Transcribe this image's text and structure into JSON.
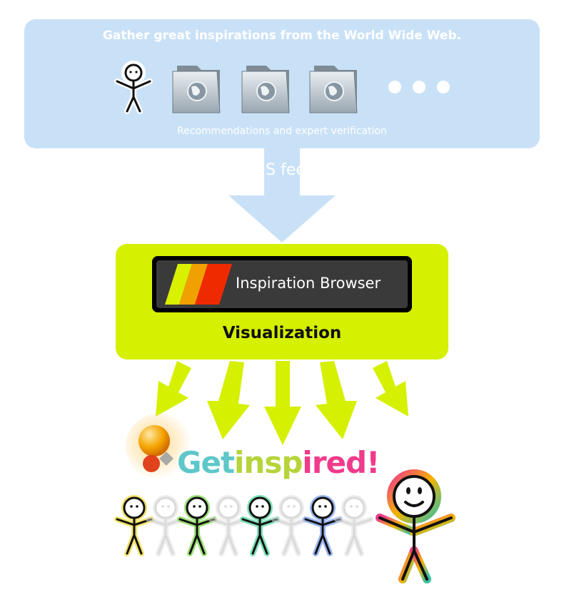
{
  "sources": {
    "title": "Gather great inspirations from the World Wide Web.",
    "caption": "Recommendations and expert verification",
    "icons": [
      "person-icon",
      "globe-folder-icon",
      "globe-folder-icon",
      "globe-folder-icon",
      "ellipsis-dots-icon"
    ]
  },
  "flow": {
    "arrow_label": "S fee"
  },
  "browser": {
    "app_name": "Inspiration Browser",
    "stripe_colors": [
      "#d9f000",
      "#f0a000",
      "#f02a00"
    ]
  },
  "visualization": {
    "label": "Visualization"
  },
  "outcome": {
    "headline_parts": [
      {
        "text": "Get ",
        "color": "#5ec7c9"
      },
      {
        "text": "insp",
        "color": "#b6d43b"
      },
      {
        "text": "ired!",
        "color": "#f03a8a"
      }
    ],
    "people_colors": [
      "#f3e36a",
      "#e0e0e0",
      "#9fe07a",
      "#e0e0e0",
      "#7fe0b8",
      "#e0e0e0",
      "#9bb6f0",
      "#e0e0e0"
    ],
    "big_person_colors": [
      "#f03a8a",
      "#f5b400",
      "#36c0a0"
    ]
  },
  "colors": {
    "sky": "#c9e1f7",
    "lime": "#d5f000"
  }
}
